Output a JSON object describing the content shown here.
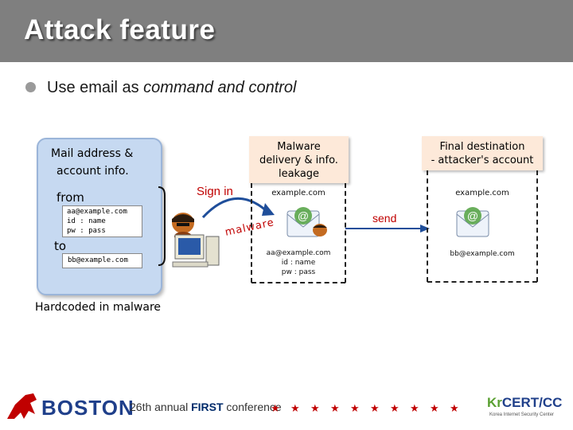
{
  "slide": {
    "title": "Attack feature",
    "bullet": {
      "text_prefix": "Use email as ",
      "text_italic": "command and control"
    }
  },
  "mail_panel": {
    "heading_line1": "Mail address &",
    "heading_line2": "account info.",
    "from_label": "from",
    "from_box": [
      "aa@example.com",
      "id : name",
      "pw : pass"
    ],
    "to_label": "to",
    "to_box": "bb@example.com"
  },
  "hardcoded_label": "Hardcoded in malware",
  "sign_in_label": "Sign in",
  "malware_label": "malware",
  "send_label": "send",
  "malware_box": {
    "line1": "Malware",
    "line2": "delivery & info.",
    "line3": "leakage"
  },
  "final_box": {
    "line1": "Final destination",
    "line2": "- attacker's account"
  },
  "left_server": {
    "domain": "example.com",
    "account": [
      "aa@example.com",
      "id : name",
      "pw : pass"
    ]
  },
  "right_server": {
    "domain": "example.com",
    "account": "bb@example.com"
  },
  "footer": {
    "logo_text": "BOSTON",
    "conf_prefix": "26th annual ",
    "conf_bold": "FIRST",
    "conf_suffix": " conference",
    "stars": "★",
    "partner_logo_kr": "Kr",
    "partner_logo_cert": "CERT/CC",
    "partner_sub": "Korea Internet Security Center"
  },
  "colors": {
    "title_bar": "#7f7f7f",
    "panel_fill": "#c6d9f1",
    "accent_red": "#c00000",
    "arrow_blue": "#1f4e9a",
    "box_fill": "#fde9d9"
  },
  "icons": [
    "email-envelope-icon",
    "hacker-icon",
    "computer-icon",
    "curved-arrow-icon"
  ]
}
